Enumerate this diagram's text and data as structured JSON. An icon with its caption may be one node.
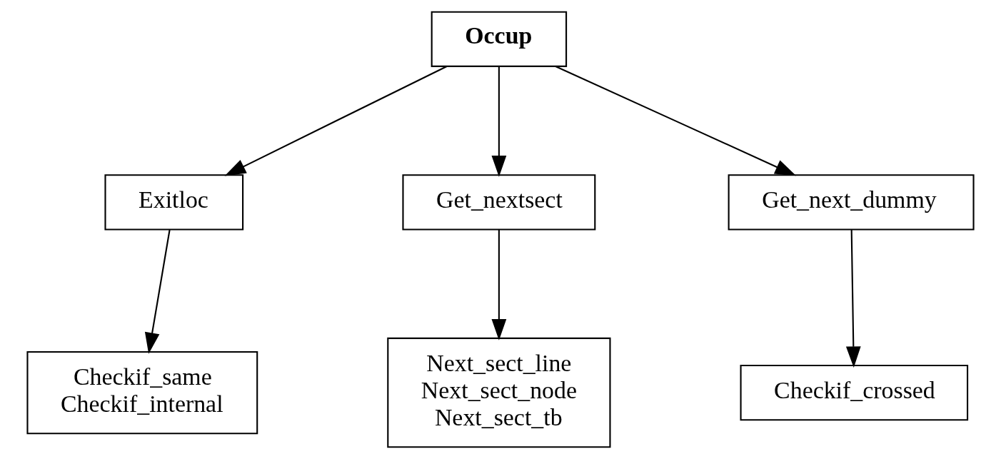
{
  "diagram": {
    "nodes": [
      {
        "text": [
          "Occup"
        ]
      },
      {
        "text": [
          "Exitloc"
        ]
      },
      {
        "text": [
          "Get_nextsect"
        ]
      },
      {
        "text": [
          "Get_next_dummy"
        ]
      },
      {
        "text": [
          "Checkif_same",
          "Checkif_internal"
        ]
      },
      {
        "text": [
          "Next_sect_line",
          "Next_sect_node",
          "Next_sect_tb"
        ]
      },
      {
        "text": [
          "Checkif_crossed"
        ]
      }
    ],
    "edges": [
      {
        "from": 0,
        "to": 1,
        "arrow": "to"
      },
      {
        "from": 0,
        "to": 2,
        "arrow": "to"
      },
      {
        "from": 0,
        "to": 3,
        "arrow": "to"
      },
      {
        "from": 1,
        "to": 4,
        "arrow": "to"
      },
      {
        "from": 2,
        "to": 5,
        "arrow": "to"
      },
      {
        "from": 3,
        "to": 6,
        "arrow": "to"
      }
    ]
  }
}
